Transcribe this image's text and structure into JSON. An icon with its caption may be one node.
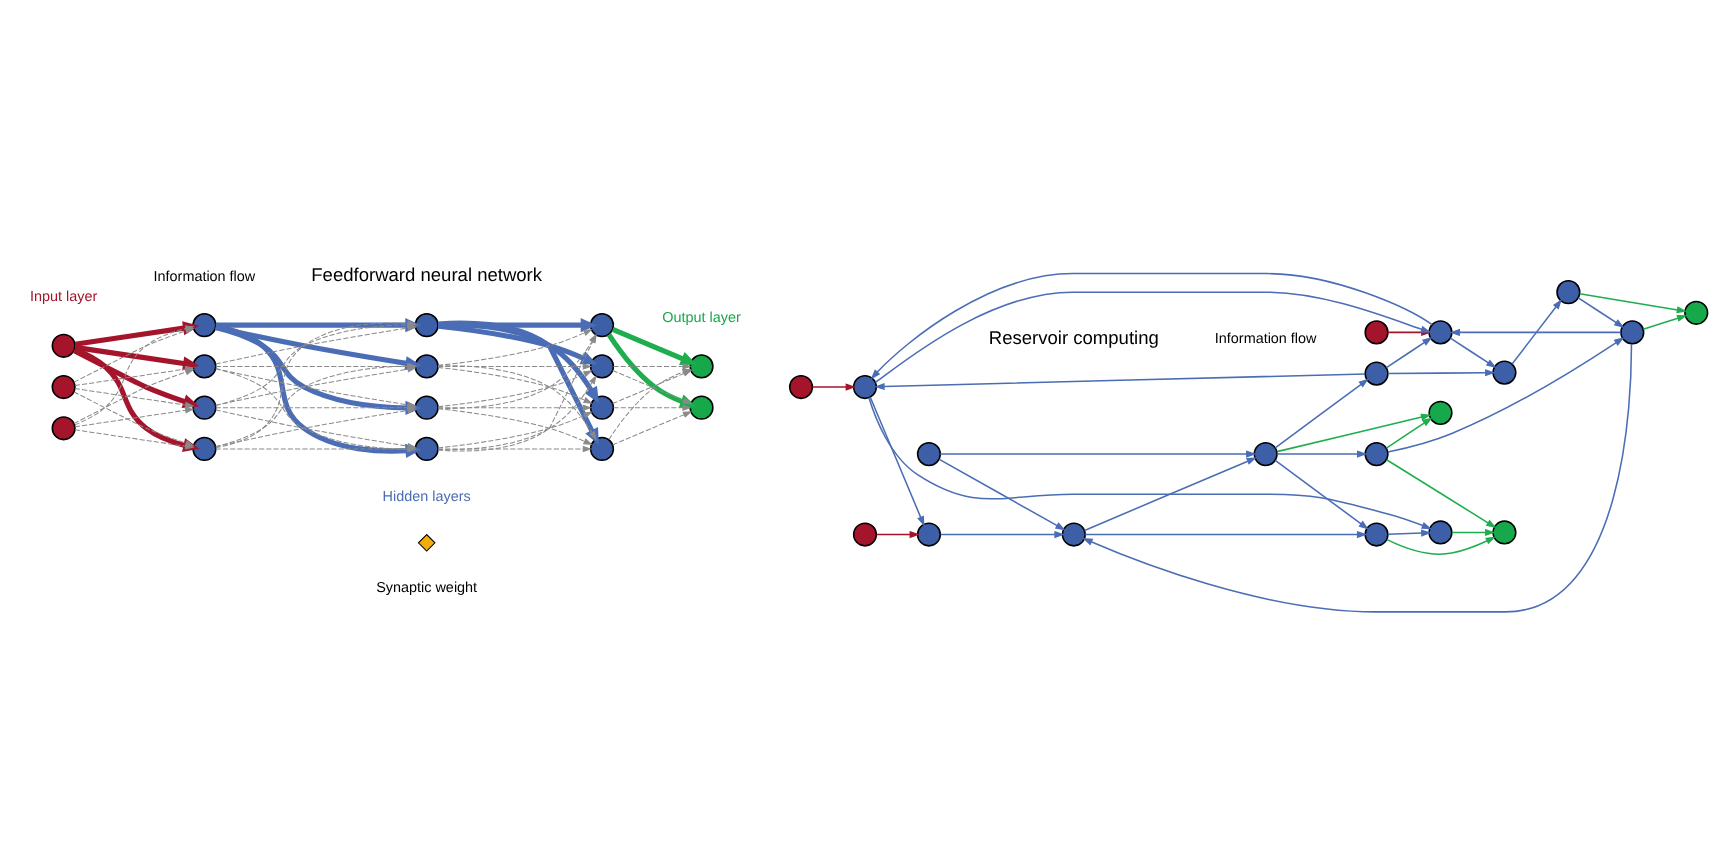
{
  "diagram": {
    "nodes": [
      {
        "text": [],
        "shape": "circle"
      },
      {
        "text": [],
        "shape": "circle"
      },
      {
        "text": [],
        "shape": "circle"
      },
      {
        "text": [],
        "shape": "circle"
      },
      {
        "text": [],
        "shape": "circle"
      },
      {
        "text": [],
        "shape": "circle"
      },
      {
        "text": [],
        "shape": "circle"
      },
      {
        "text": [],
        "shape": "circle"
      },
      {
        "text": [],
        "shape": "circle"
      },
      {
        "text": [],
        "shape": "circle"
      },
      {
        "text": [],
        "shape": "circle"
      },
      {
        "text": [],
        "shape": "circle"
      },
      {
        "text": [],
        "shape": "circle"
      },
      {
        "text": [],
        "shape": "circle"
      },
      {
        "text": [],
        "shape": "circle"
      },
      {
        "text": [],
        "shape": "circle"
      },
      {
        "text": [],
        "shape": "circle"
      },
      {
        "text": [],
        "shape": "circle"
      },
      {
        "text": [],
        "shape": "circle"
      },
      {
        "text": [],
        "shape": "circle"
      },
      {
        "text": [],
        "shape": "circle"
      },
      {
        "text": [],
        "shape": "circle"
      },
      {
        "text": [],
        "shape": "circle"
      },
      {
        "text": [],
        "shape": "circle"
      },
      {
        "text": [],
        "shape": "circle"
      },
      {
        "text": [],
        "shape": "circle"
      },
      {
        "text": [],
        "shape": "circle"
      },
      {
        "text": [],
        "shape": "circle"
      },
      {
        "text": [],
        "shape": "circle"
      },
      {
        "text": [],
        "shape": "circle"
      },
      {
        "text": [],
        "shape": "circle"
      },
      {
        "text": [],
        "shape": "circle"
      },
      {
        "text": [],
        "shape": "circle"
      },
      {
        "text": [],
        "shape": "circle"
      },
      {
        "text": [],
        "shape": "circle"
      },
      {
        "text": [],
        "shape": "circle"
      }
    ],
    "edges": [
      {
        "from": 0,
        "to": 3,
        "arrow": "to",
        "style": "thick",
        "color": "#a4142a"
      },
      {
        "from": 0,
        "to": 4,
        "arrow": "to",
        "style": "thick",
        "color": "#a4142a"
      },
      {
        "from": 0,
        "to": 5,
        "arrow": "to",
        "style": "thick",
        "color": "#a4142a"
      },
      {
        "from": 0,
        "to": 6,
        "arrow": "to",
        "style": "thick",
        "color": "#a4142a"
      },
      {
        "from": 1,
        "to": 3,
        "arrow": "to",
        "style": "dashed"
      },
      {
        "from": 1,
        "to": 4,
        "arrow": "to",
        "style": "dashed"
      },
      {
        "from": 1,
        "to": 5,
        "arrow": "to",
        "style": "dashed"
      },
      {
        "from": 1,
        "to": 6,
        "arrow": "to",
        "style": "dashed"
      },
      {
        "from": 2,
        "to": 3,
        "arrow": "to",
        "style": "dashed"
      },
      {
        "from": 2,
        "to": 4,
        "arrow": "to",
        "style": "dashed"
      },
      {
        "from": 2,
        "to": 5,
        "arrow": "to",
        "style": "dashed"
      },
      {
        "from": 2,
        "to": 6,
        "arrow": "to",
        "style": "dashed"
      },
      {
        "from": 3,
        "to": 7,
        "arrow": "to",
        "style": "thick",
        "color": "#4a6db5"
      },
      {
        "from": 3,
        "to": 8,
        "arrow": "to",
        "style": "thick",
        "color": "#4a6db5"
      },
      {
        "from": 3,
        "to": 9,
        "arrow": "to",
        "style": "thick",
        "color": "#4a6db5"
      },
      {
        "from": 3,
        "to": 10,
        "arrow": "to",
        "style": "thick",
        "color": "#4a6db5"
      },
      {
        "from": 4,
        "to": 7,
        "arrow": "to",
        "style": "dashed"
      },
      {
        "from": 4,
        "to": 8,
        "arrow": "to",
        "style": "dashed"
      },
      {
        "from": 4,
        "to": 9,
        "arrow": "to",
        "style": "dashed"
      },
      {
        "from": 4,
        "to": 10,
        "arrow": "to",
        "style": "dashed"
      },
      {
        "from": 5,
        "to": 7,
        "arrow": "to",
        "style": "dashed"
      },
      {
        "from": 5,
        "to": 8,
        "arrow": "to",
        "style": "dashed"
      },
      {
        "from": 5,
        "to": 9,
        "arrow": "to",
        "style": "dashed"
      },
      {
        "from": 5,
        "to": 10,
        "arrow": "to",
        "style": "dashed"
      },
      {
        "from": 6,
        "to": 7,
        "arrow": "to",
        "style": "dashed"
      },
      {
        "from": 6,
        "to": 8,
        "arrow": "to",
        "style": "dashed"
      },
      {
        "from": 6,
        "to": 9,
        "arrow": "to",
        "style": "dashed"
      },
      {
        "from": 6,
        "to": 10,
        "arrow": "to",
        "style": "dashed"
      },
      {
        "from": 7,
        "to": 11,
        "arrow": "to",
        "style": "thick",
        "color": "#4a6db5"
      },
      {
        "from": 7,
        "to": 12,
        "arrow": "to",
        "style": "thick",
        "color": "#4a6db5"
      },
      {
        "from": 7,
        "to": 13,
        "arrow": "to",
        "style": "thick",
        "color": "#4a6db5"
      },
      {
        "from": 7,
        "to": 14,
        "arrow": "to",
        "style": "thick",
        "color": "#4a6db5"
      },
      {
        "from": 8,
        "to": 11,
        "arrow": "to",
        "style": "dashed"
      },
      {
        "from": 8,
        "to": 12,
        "arrow": "to",
        "style": "dashed"
      },
      {
        "from": 8,
        "to": 13,
        "arrow": "to",
        "style": "dashed"
      },
      {
        "from": 8,
        "to": 14,
        "arrow": "to",
        "style": "dashed"
      },
      {
        "from": 9,
        "to": 11,
        "arrow": "to",
        "style": "dashed"
      },
      {
        "from": 9,
        "to": 12,
        "arrow": "to",
        "style": "dashed"
      },
      {
        "from": 9,
        "to": 13,
        "arrow": "to",
        "style": "dashed"
      },
      {
        "from": 9,
        "to": 14,
        "arrow": "to",
        "style": "dashed"
      },
      {
        "from": 10,
        "to": 11,
        "arrow": "to",
        "style": "dashed"
      },
      {
        "from": 10,
        "to": 12,
        "arrow": "to",
        "style": "dashed"
      },
      {
        "from": 10,
        "to": 13,
        "arrow": "to",
        "style": "dashed"
      },
      {
        "from": 10,
        "to": 14,
        "arrow": "to",
        "style": "dashed"
      },
      {
        "from": 11,
        "to": 15,
        "arrow": "to",
        "style": "thick",
        "color": "#1fae4e"
      },
      {
        "from": 11,
        "to": 16,
        "arrow": "to",
        "style": "thick",
        "color": "#1fae4e"
      },
      {
        "from": 12,
        "to": 15,
        "arrow": "to",
        "style": "dashed"
      },
      {
        "from": 12,
        "to": 16,
        "arrow": "to",
        "style": "dashed"
      },
      {
        "from": 13,
        "to": 15,
        "arrow": "to",
        "style": "dashed"
      },
      {
        "from": 13,
        "to": 16,
        "arrow": "to",
        "style": "dashed"
      },
      {
        "from": 14,
        "to": 15,
        "arrow": "to",
        "style": "dashed"
      },
      {
        "from": 14,
        "to": 16,
        "arrow": "to",
        "style": "dashed"
      },
      {
        "from": 17,
        "to": 20,
        "arrow": "to",
        "color": "#a4142a"
      },
      {
        "from": 18,
        "to": 27,
        "arrow": "to",
        "color": "#a4142a"
      },
      {
        "from": 19,
        "to": 30,
        "arrow": "to",
        "color": "#a4142a"
      },
      {
        "from": 20,
        "to": 21,
        "arrow": "to",
        "color": "#4a6db5"
      },
      {
        "from": 21,
        "to": 22,
        "arrow": "to",
        "color": "#4a6db5"
      },
      {
        "from": 22,
        "to": 23,
        "arrow": "to",
        "color": "#4a6db5"
      },
      {
        "from": 23,
        "to": 20,
        "arrow": "to",
        "color": "#4a6db5"
      },
      {
        "from": 24,
        "to": 25,
        "arrow": "to",
        "color": "#4a6db5"
      },
      {
        "from": 29,
        "to": 23,
        "arrow": "to",
        "color": "#4a6db5"
      },
      {
        "from": 26,
        "to": 20,
        "arrow": "to",
        "color": "#4a6db5"
      },
      {
        "from": 20,
        "to": 27,
        "arrow": "to",
        "color": "#4a6db5"
      },
      {
        "from": 26,
        "to": 27,
        "arrow": "to",
        "color": "#4a6db5"
      },
      {
        "from": 26,
        "to": 21,
        "arrow": "to",
        "color": "#4a6db5"
      },
      {
        "from": 27,
        "to": 20,
        "arrow": "to",
        "color": "#4a6db5"
      },
      {
        "from": 27,
        "to": 30,
        "arrow": "to",
        "color": "#4a6db5"
      },
      {
        "from": 27,
        "to": 25,
        "arrow": "to",
        "color": "#4a6db5"
      },
      {
        "from": 30,
        "to": 31,
        "arrow": "to",
        "color": "#4a6db5"
      },
      {
        "from": 31,
        "to": 32,
        "arrow": "to",
        "color": "#4a6db5"
      },
      {
        "from": 32,
        "to": 29,
        "arrow": "to",
        "color": "#4a6db5"
      },
      {
        "from": 28,
        "to": 32,
        "arrow": "to",
        "color": "#4a6db5"
      },
      {
        "from": 32,
        "to": 26,
        "arrow": "to",
        "color": "#4a6db5"
      },
      {
        "from": 32,
        "to": 24,
        "arrow": "to",
        "color": "#4a6db5"
      },
      {
        "from": 28,
        "to": 31,
        "arrow": "to",
        "color": "#4a6db5"
      },
      {
        "from": 31,
        "to": 24,
        "arrow": "to",
        "color": "#4a6db5"
      },
      {
        "from": 23,
        "to": 31,
        "arrow": "to",
        "color": "#4a6db5"
      },
      {
        "from": 22,
        "to": 33,
        "arrow": "to",
        "color": "#1fae4e"
      },
      {
        "from": 23,
        "to": 33,
        "arrow": "to",
        "color": "#1fae4e"
      },
      {
        "from": 25,
        "to": 34,
        "arrow": "to",
        "color": "#1fae4e"
      },
      {
        "from": 24,
        "to": 34,
        "arrow": "to",
        "color": "#1fae4e"
      },
      {
        "from": 29,
        "to": 34,
        "arrow": "to",
        "color": "#1fae4e"
      },
      {
        "from": 29,
        "to": 35,
        "arrow": "to",
        "color": "#1fae4e"
      },
      {
        "from": 32,
        "to": 35,
        "arrow": "to",
        "color": "#1fae4e"
      }
    ],
    "labels": [
      "Feedforward neural network",
      "Information flow",
      "Input layer",
      "Hidden layers",
      "Output layer",
      "Reservoir computing",
      "Information flow"
    ],
    "legend": [
      {
        "text": "Synaptic weight"
      }
    ]
  }
}
